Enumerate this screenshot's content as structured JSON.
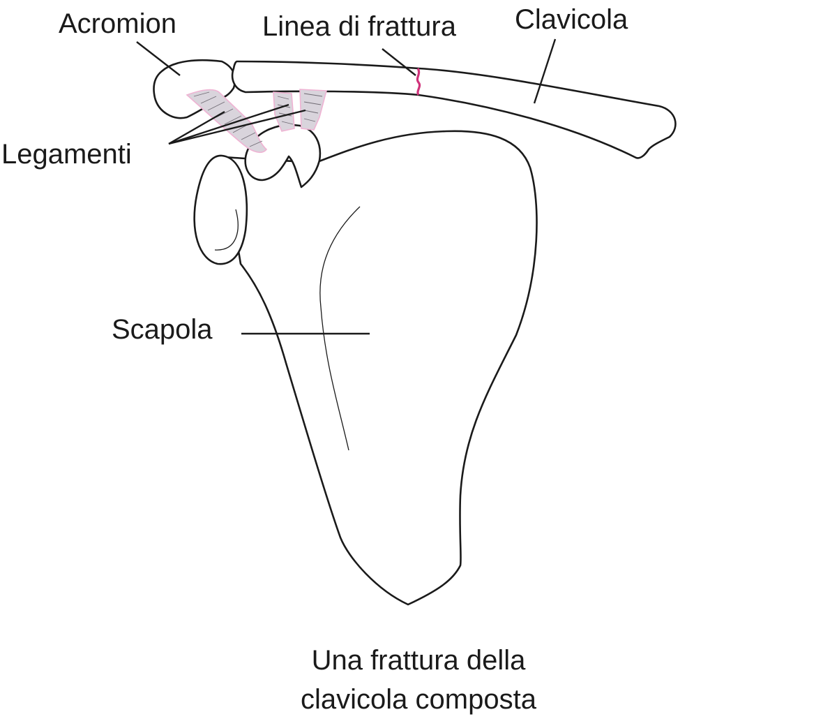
{
  "labels": {
    "acromion": "Acromion",
    "fracture_line": "Linea di frattura",
    "clavicle": "Clavicola",
    "ligaments": "Legamenti",
    "scapula": "Scapola"
  },
  "caption": {
    "line1": "Una frattura della",
    "line2": "clavicola composta"
  },
  "colors": {
    "outline": "#1a1a1a",
    "fracture": "#d0327a",
    "ligament_fill": "#d9d4dc",
    "ligament_edge": "#efb3d3"
  }
}
